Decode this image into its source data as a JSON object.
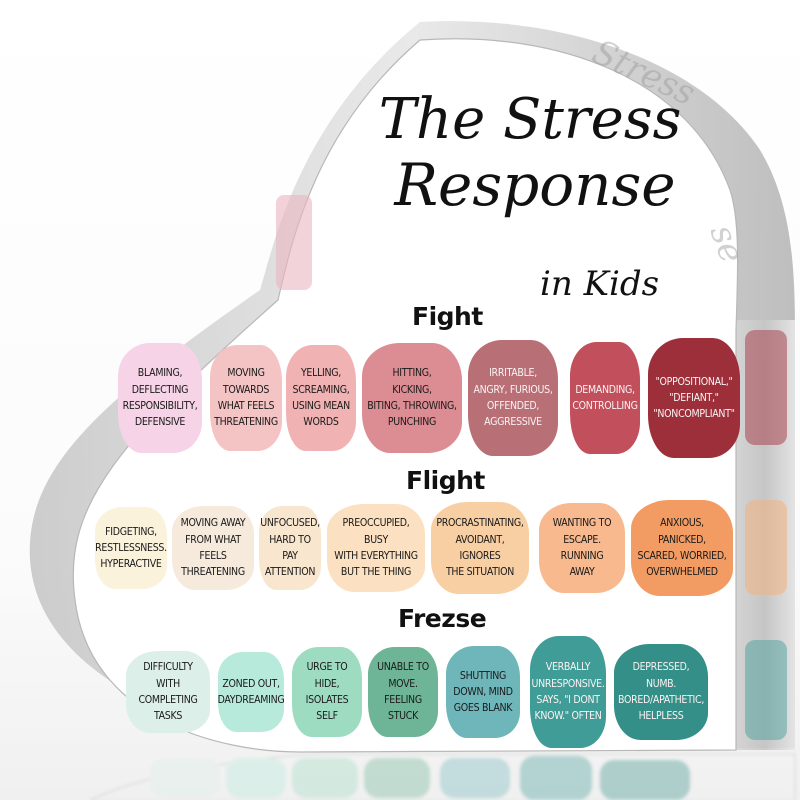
{
  "product": {
    "title_line1": "The Stress",
    "title_line2": "Response",
    "subtitle": "in Kids"
  },
  "sections": [
    {
      "label": "Fight",
      "items": [
        {
          "text": "Blaming,\nDeflecting\nResponsibility,\nDefensive",
          "color": "#f6d3e6",
          "text_color": "#1a1a1a"
        },
        {
          "text": "Moving\nTowards\nWhat Feels\nThreatening",
          "color": "#f4c4c4",
          "text_color": "#1a1a1a"
        },
        {
          "text": "Yelling,\nScreaming,\nUsing Mean\nWords",
          "color": "#f1b2b4",
          "text_color": "#1a1a1a"
        },
        {
          "text": "Hitting,\nKicking,\nBiting, Throwing,\nPunching",
          "color": "#dc8c93",
          "text_color": "#1a1a1a"
        },
        {
          "text": "Irritable,\nAngry, Furious,\nOffended,\nAggressive",
          "color": "#b86f76",
          "text_color": "#fbf3f3"
        },
        {
          "text": "Demanding,\nControlling",
          "color": "#c14f5c",
          "text_color": "#fbf3f3"
        },
        {
          "text": "\"Oppositional,\"\n\"Defiant,\"\n\"Noncompliant\"",
          "color": "#9c2f3a",
          "text_color": "#fbf3f3"
        }
      ]
    },
    {
      "label": "Flight",
      "items": [
        {
          "text": "Fidgeting,\nRestlessness.\nHyperactive",
          "color": "#fbf2dc",
          "text_color": "#1a1a1a"
        },
        {
          "text": "Moving Away\nFrom What Feels\nThreatening",
          "color": "#f6eadc",
          "text_color": "#1a1a1a"
        },
        {
          "text": "Unfocused,\nHard To Pay\nAttention",
          "color": "#f8e6cf",
          "text_color": "#1a1a1a"
        },
        {
          "text": "Preoccupied, Busy\nWith Everything\nBut The Thing",
          "color": "#fbe1c1",
          "text_color": "#1a1a1a"
        },
        {
          "text": "Procrastinating,\nAvoidant, Ignores\nThe Situation",
          "color": "#f8cfa3",
          "text_color": "#1a1a1a"
        },
        {
          "text": "Wanting To\nEscape. Running\nAway",
          "color": "#f7b98d",
          "text_color": "#1a1a1a"
        },
        {
          "text": "Anxious, Panicked,\nScared, Worried,\nOverwhelmed",
          "color": "#f29c63",
          "text_color": "#1a1a1a"
        }
      ]
    },
    {
      "label": "Frezse",
      "items": [
        {
          "text": "Difficulty With\nCompleting\nTasks",
          "color": "#dcefe9",
          "text_color": "#1a1a1a"
        },
        {
          "text": "Zoned Out,\nDaydreaming",
          "color": "#b7eadb",
          "text_color": "#1a1a1a"
        },
        {
          "text": "Urge To\nHide,\nIsolates Self",
          "color": "#9edcc2",
          "text_color": "#1a1a1a"
        },
        {
          "text": "Unable To\nMove. Feeling\nStuck",
          "color": "#6db596",
          "text_color": "#1a1a1a"
        },
        {
          "text": "Shutting\nDown, Mind\nGoes Blank",
          "color": "#6fb6ba",
          "text_color": "#1a1a1a"
        },
        {
          "text": "Verbally\nUnresponsive.\nSays, \"I Dont\nKnow.\" Often",
          "color": "#3f9c96",
          "text_color": "#f2fbfa"
        },
        {
          "text": "Depressed, Numb.\nBored/Apathetic,\nHelpless",
          "color": "#338f88",
          "text_color": "#f2fbfa"
        }
      ]
    }
  ]
}
